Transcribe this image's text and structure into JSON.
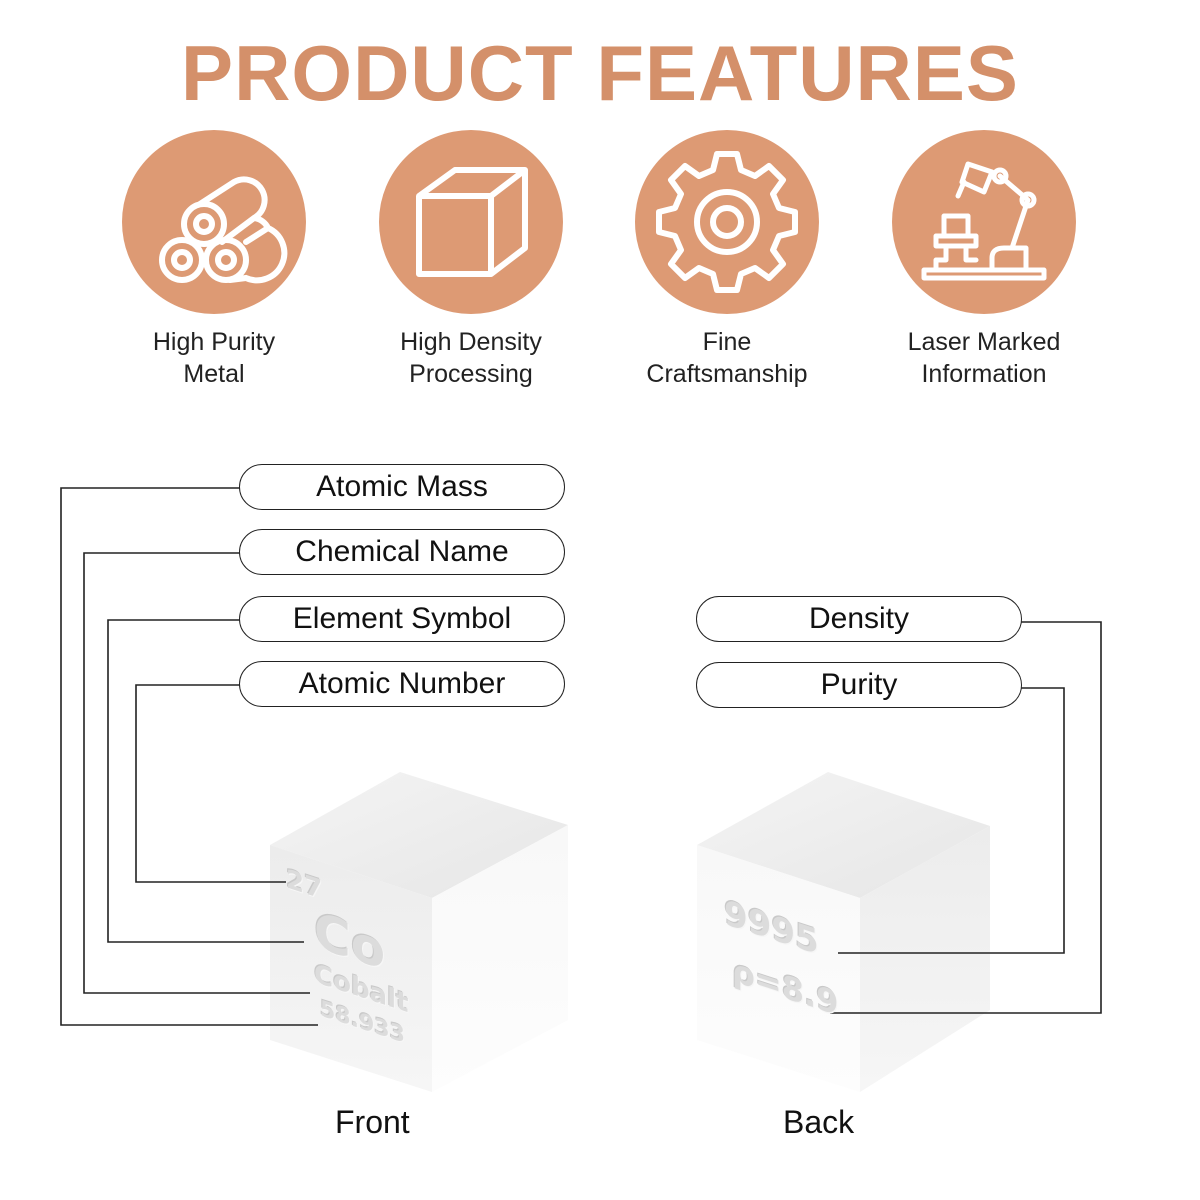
{
  "title": "PRODUCT FEATURES",
  "accent_color": "#dd9a74",
  "title_color": "#d4906a",
  "features": [
    {
      "icon": "metal-rods-icon",
      "label": "High Purity\nMetal"
    },
    {
      "icon": "cube-icon",
      "label": "High Density\nProcessing"
    },
    {
      "icon": "gear-icon",
      "label": "Fine\nCraftsmanship"
    },
    {
      "icon": "robot-arm-icon",
      "label": "Laser Marked\nInformation"
    }
  ],
  "front_callouts": [
    "Atomic Mass",
    "Chemical Name",
    "Element Symbol",
    "Atomic Number"
  ],
  "back_callouts": [
    "Density",
    "Purity"
  ],
  "front_cube": {
    "atomic_number": "27",
    "symbol": "Co",
    "name": "Cobalt",
    "mass": "58.933"
  },
  "back_cube": {
    "purity": "9995",
    "density": "ρ=8.9"
  },
  "captions": {
    "front": "Front",
    "back": "Back"
  }
}
